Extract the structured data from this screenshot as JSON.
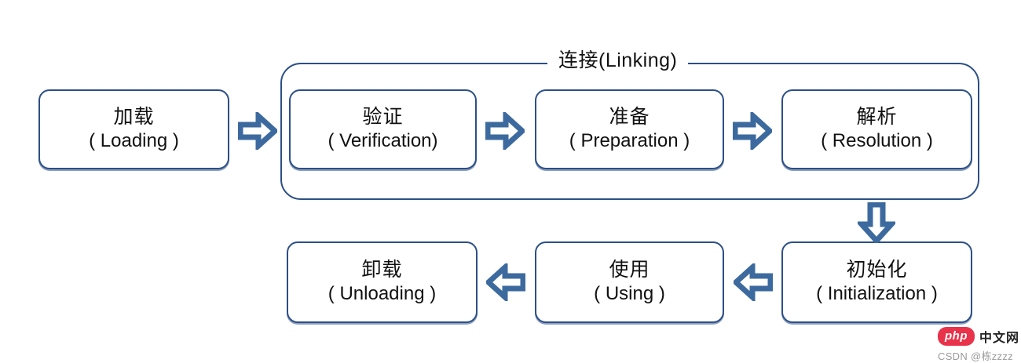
{
  "diagram": {
    "title": "Java Class Lifecycle Flow Diagram",
    "colors": {
      "box_border": "#2c4f86",
      "arrow_stroke": "#3d6a9e",
      "arrow_fill": "#ffffff",
      "background": "#ffffff",
      "text": "#111111"
    },
    "group": {
      "label": "连接(Linking)",
      "label_cn": "连接",
      "label_en": "(Linking)"
    },
    "nodes": [
      {
        "id": "loading",
        "cn": "加载",
        "en": "（Loading）",
        "en_display": "( Loading )"
      },
      {
        "id": "verification",
        "cn": "验证",
        "en": "（Verification)",
        "en_display": "( Verification)"
      },
      {
        "id": "preparation",
        "cn": "准备",
        "en": "（Preparation）",
        "en_display": "( Preparation )"
      },
      {
        "id": "resolution",
        "cn": "解析",
        "en": "（Resolution）",
        "en_display": "( Resolution )"
      },
      {
        "id": "initialization",
        "cn": "初始化",
        "en": "（Initialization）",
        "en_display": "( Initialization )"
      },
      {
        "id": "using",
        "cn": "使用",
        "en": "（Using）",
        "en_display": "( Using )"
      },
      {
        "id": "unloading",
        "cn": "卸载",
        "en": "（Unloading）",
        "en_display": "( Unloading )"
      }
    ],
    "arrows": [
      {
        "id": "loading-to-verification",
        "direction": "right"
      },
      {
        "id": "verification-to-preparation",
        "direction": "right"
      },
      {
        "id": "preparation-to-resolution",
        "direction": "right"
      },
      {
        "id": "resolution-to-initialization",
        "direction": "down"
      },
      {
        "id": "initialization-to-using",
        "direction": "left"
      },
      {
        "id": "using-to-unloading",
        "direction": "left"
      }
    ],
    "watermark": {
      "logo": "php",
      "site": "中文网",
      "credit": "CSDN @栋zzzz"
    }
  }
}
